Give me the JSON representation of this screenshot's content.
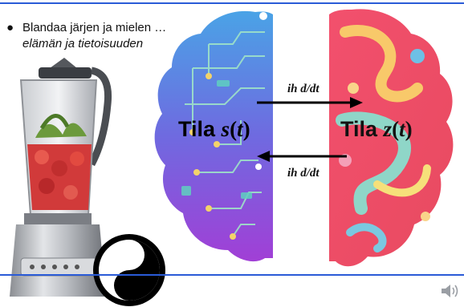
{
  "slide": {
    "bullet_line1": "Blandaa järjen ja mielen …",
    "bullet_line2": "elämän ja tietoisuuden",
    "arrow_top_label": "ih d/dt",
    "arrow_bottom_label": "ih d/dt",
    "state_left": {
      "word": "Tila",
      "var": "s",
      "arg": "t"
    },
    "state_right": {
      "word": "Tila",
      "var": "z",
      "arg": "t"
    }
  },
  "icons": [
    "blender-image",
    "yin-yang-icon",
    "circuit-brain-image",
    "colorful-brain-image",
    "speaker-icon"
  ],
  "colors": {
    "rule": "#2a5bd7",
    "circuit_brain_top": "#3f8fe0",
    "circuit_brain_bottom": "#9b3fd8",
    "organic_brain": "#f04a6a"
  }
}
